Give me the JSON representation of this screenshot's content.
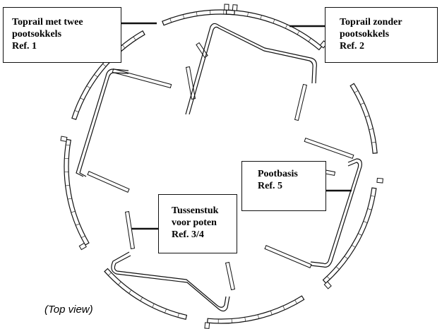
{
  "labels": {
    "ref1": {
      "line1": "Toprail met twee",
      "line2": "pootsokkels",
      "ref": "Ref. 1"
    },
    "ref2": {
      "line1": "Toprail zonder",
      "line2": "pootsokkels",
      "ref": "Ref. 2"
    },
    "ref5": {
      "line1": "Pootbasis",
      "ref": "Ref. 5"
    },
    "ref34": {
      "line1": "Tussenstuk",
      "line2": "voor poten",
      "ref": "Ref. 3/4"
    }
  },
  "caption": "(Top view)",
  "colors": {
    "line": "#111111",
    "fill": "#ffffff"
  }
}
